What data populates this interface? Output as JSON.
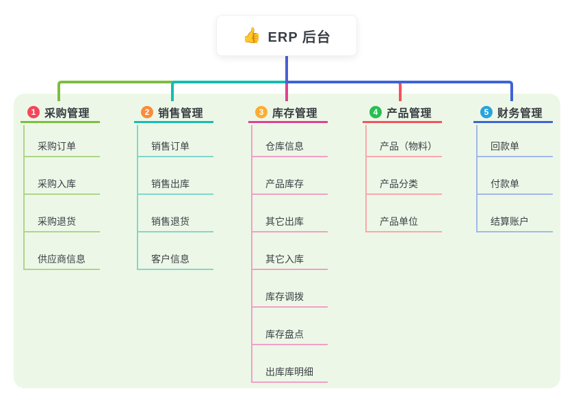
{
  "root": {
    "icon": "👍",
    "title": "ERP 后台"
  },
  "colors": {
    "page_bg": "#ffffff",
    "canvas_bg": "#edf7e7",
    "root_trunk": "#4a5fd1",
    "text": "#3b4046"
  },
  "branches": [
    {
      "num": "1",
      "title": "采购管理",
      "badge_color": "#f4465a",
      "line_color": "#7cbe3f",
      "child_line_color": "#abd687",
      "children": [
        "采购订单",
        "采购入库",
        "采购退货",
        "供应商信息"
      ]
    },
    {
      "num": "2",
      "title": "销售管理",
      "badge_color": "#fb8c3c",
      "line_color": "#13bdaf",
      "child_line_color": "#7ed7cc",
      "children": [
        "销售订单",
        "销售出库",
        "销售退货",
        "客户信息"
      ]
    },
    {
      "num": "3",
      "title": "库存管理",
      "badge_color": "#fbad33",
      "line_color": "#e0418f",
      "child_line_color": "#f19fc7",
      "children": [
        "仓库信息",
        "产品库存",
        "其它出库",
        "其它入库",
        "库存调拨",
        "库存盘点",
        "出库库明细"
      ]
    },
    {
      "num": "4",
      "title": "产品管理",
      "badge_color": "#27be53",
      "line_color": "#f5515c",
      "child_line_color": "#f9a6aa",
      "children": [
        "产品（物料）",
        "产品分类",
        "产品单位"
      ]
    },
    {
      "num": "5",
      "title": "财务管理",
      "badge_color": "#29a3dc",
      "line_color": "#3d63d6",
      "child_line_color": "#9fb8ea",
      "children": [
        "回款单",
        "付款单",
        "结算账户"
      ]
    }
  ]
}
